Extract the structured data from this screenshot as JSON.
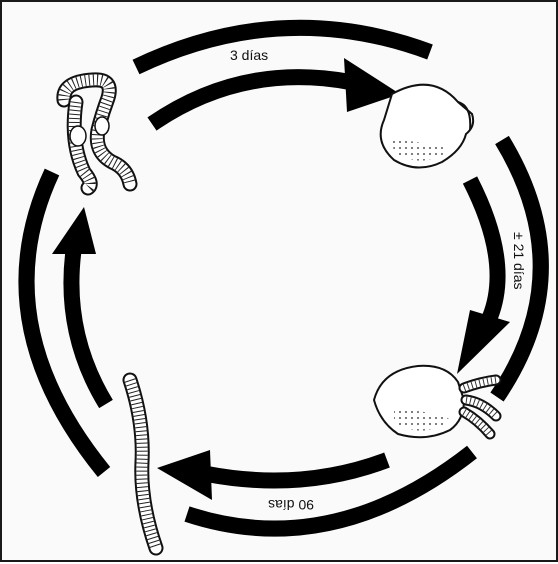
{
  "cycle": {
    "labels": {
      "top": "3 días",
      "right": "± 21 días",
      "bottom": "90 días"
    },
    "stages": [
      "adult-worm-coiled",
      "cocoon",
      "hatching-cocoon",
      "juvenile-worm"
    ]
  }
}
